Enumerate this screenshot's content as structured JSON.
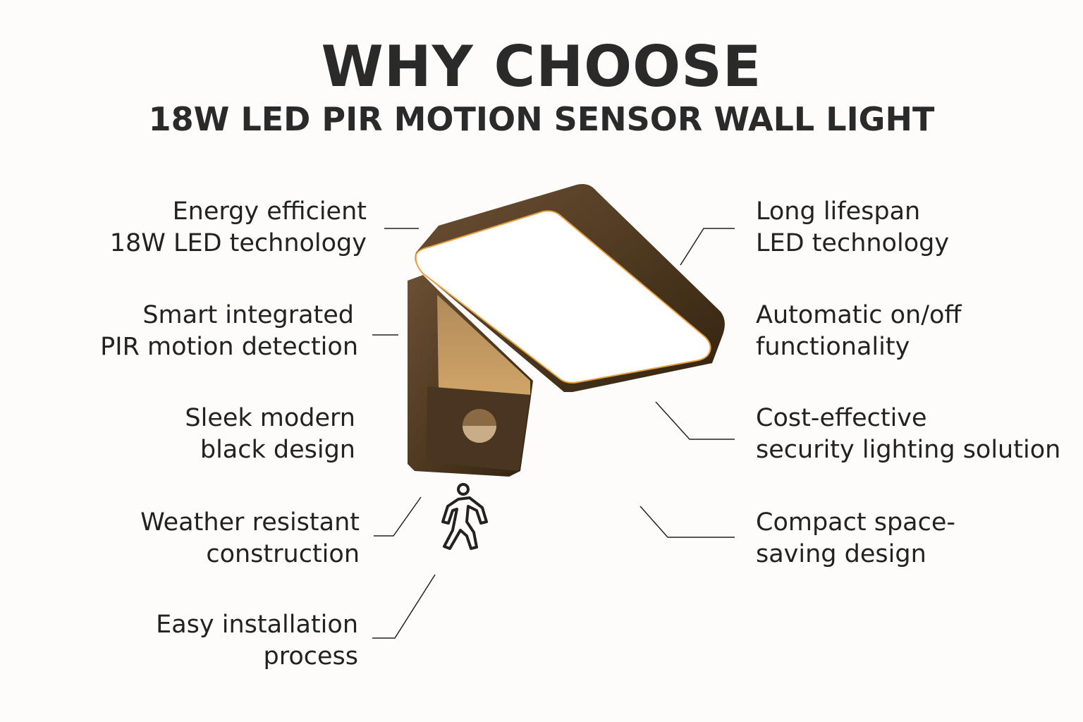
{
  "header": {
    "title": "WHY CHOOSE",
    "subtitle": "18W LED PIR MOTION SENSOR WALL LIGHT"
  },
  "left_features": [
    {
      "line1": "Energy efficient",
      "line2": "18W LED technology"
    },
    {
      "line1": "Smart integrated",
      "line2": "PIR motion detection"
    },
    {
      "line1": "Sleek modern",
      "line2": "black design"
    },
    {
      "line1": "Weather resistant",
      "line2": "construction"
    },
    {
      "line1": "Easy installation",
      "line2": "process"
    }
  ],
  "right_features": [
    {
      "line1": "Long lifespan",
      "line2": "LED technology"
    },
    {
      "line1": "Automatic on/off",
      "line2": "functionality"
    },
    {
      "line1": "Cost-effective",
      "line2": "security lighting solution"
    },
    {
      "line1": "Compact space-",
      "line2": "saving design"
    }
  ],
  "icons": {
    "product": "wall-light-illustration",
    "motion": "walking-person-icon"
  },
  "colors": {
    "housing": "#4a3620",
    "glow": "#e8a040",
    "text": "#222222"
  }
}
